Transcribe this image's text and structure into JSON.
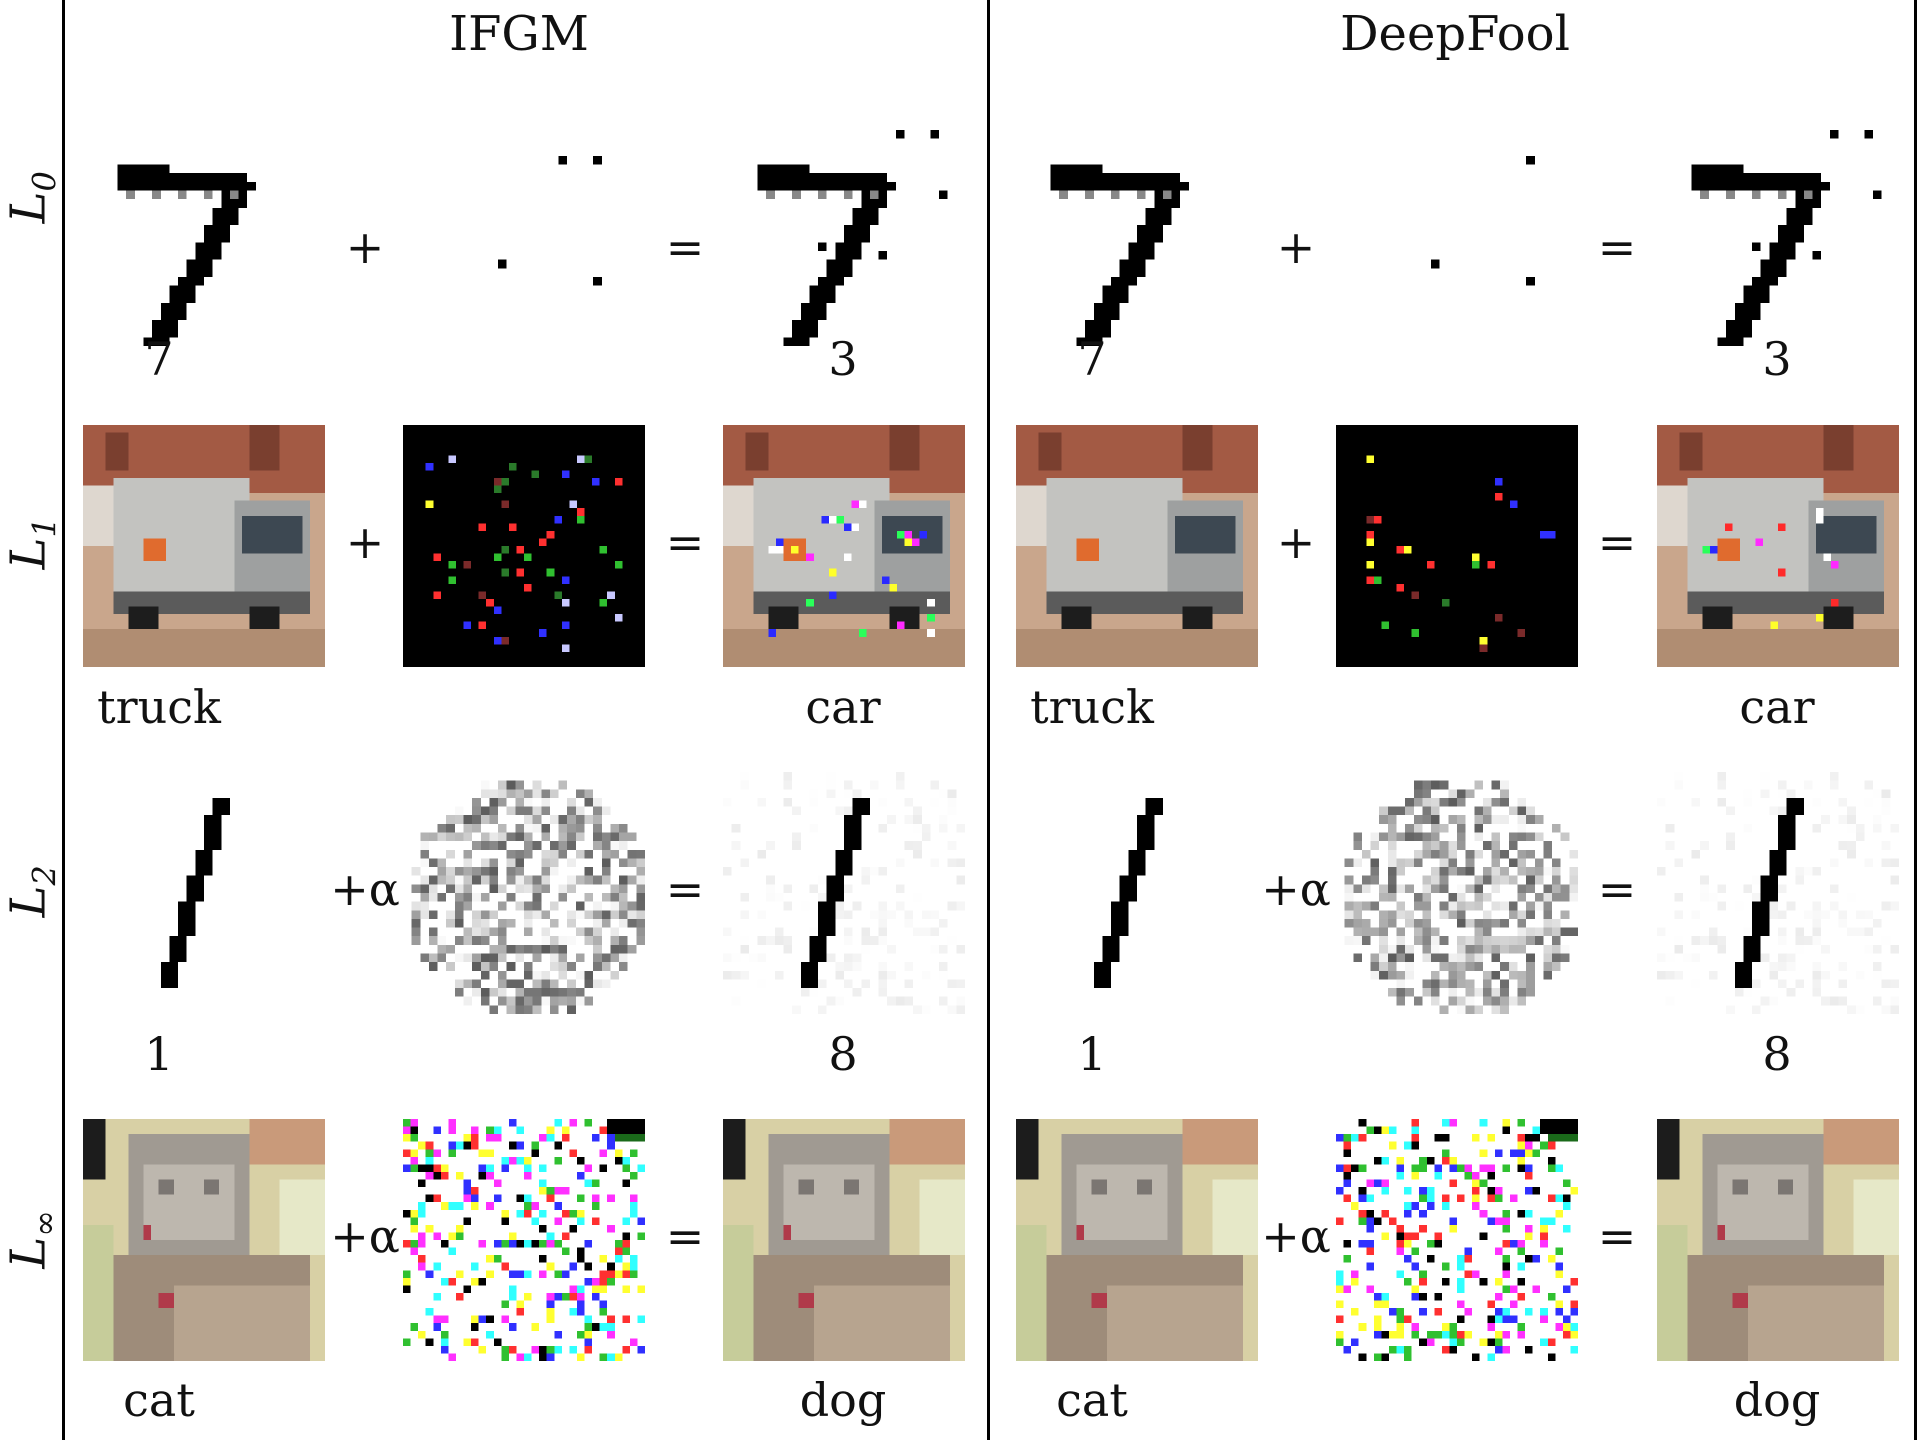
{
  "columns": [
    {
      "title": "IFGM"
    },
    {
      "title": "DeepFool"
    }
  ],
  "rows": [
    {
      "norm_base": "L",
      "norm_sub": "0",
      "op_plus": "+",
      "op_eq": "=",
      "original_label": "7",
      "adversarial_label": "3",
      "original_image": "mnist-digit-7",
      "perturbation_image": "sparse-pixel-perturbation",
      "adversarial_image": "mnist-digit-7-perturbed"
    },
    {
      "norm_base": "L",
      "norm_sub": "1",
      "op_plus": "+",
      "op_eq": "=",
      "original_label": "truck",
      "adversarial_label": "car",
      "original_image": "cifar-truck",
      "perturbation_image": "sparse-color-noise",
      "adversarial_image": "cifar-truck-perturbed"
    },
    {
      "norm_base": "L",
      "norm_sub": "2",
      "op_plus": "+α",
      "op_eq": "=",
      "original_label": "1",
      "adversarial_label": "8",
      "original_image": "mnist-digit-1",
      "perturbation_image": "gray-noise-perturbation",
      "adversarial_image": "mnist-digit-1-perturbed"
    },
    {
      "norm_base": "L",
      "norm_sub": "∞",
      "op_plus": "+α",
      "op_eq": "=",
      "original_label": "cat",
      "adversarial_label": "dog",
      "original_image": "cifar-cat",
      "perturbation_image": "dense-color-noise",
      "adversarial_image": "cifar-cat-perturbed"
    }
  ]
}
